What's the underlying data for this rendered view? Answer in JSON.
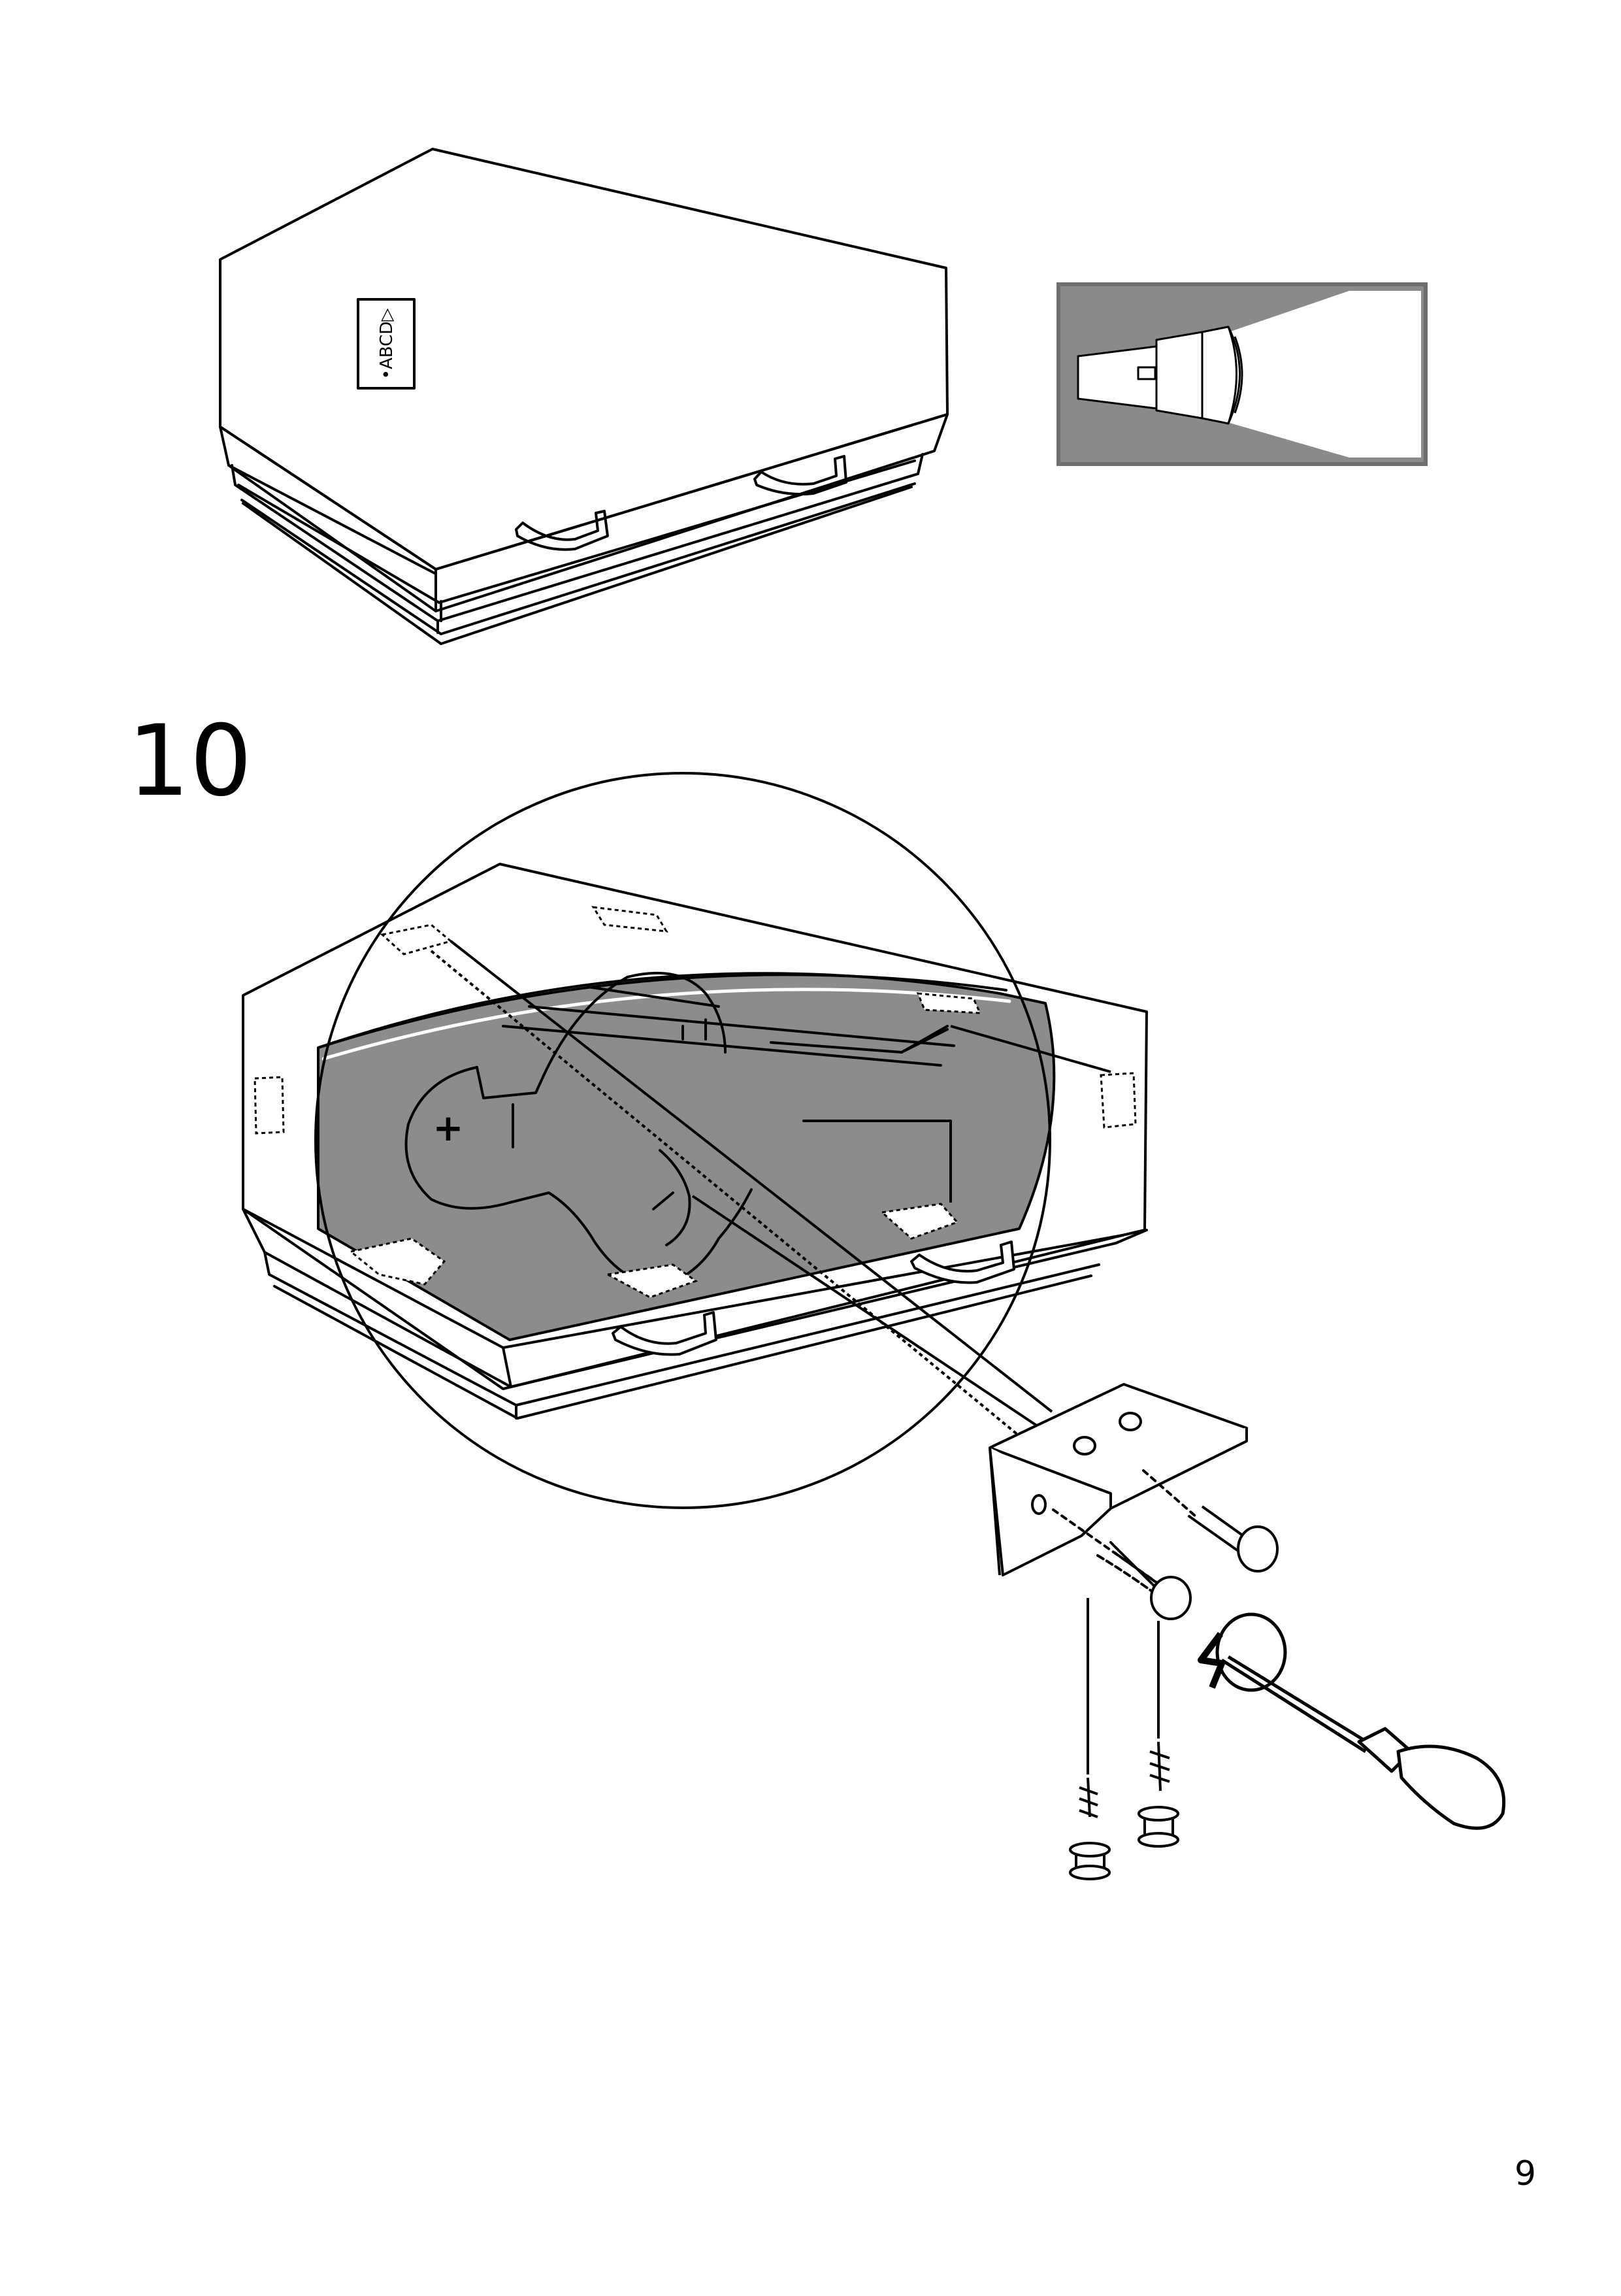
{
  "step": {
    "number": "10",
    "label_text": "•ABCD▷"
  },
  "footer": {
    "page_number": "9"
  },
  "icons": {
    "top_illustration": "coffin-box-closed-icon",
    "flashlight_panel": "flashlight-icon",
    "main_illustration": "coffin-box-open-with-figure-icon",
    "bracket": "angle-bracket-icon",
    "screwdriver": "screwdriver-icon",
    "rotation": "clockwise-rotation-arrow-icon"
  },
  "colors": {
    "ink": "#000000",
    "paper": "#ffffff",
    "grey_fill": "#8c8c8c",
    "panel_grey": "#8a8a8a"
  }
}
